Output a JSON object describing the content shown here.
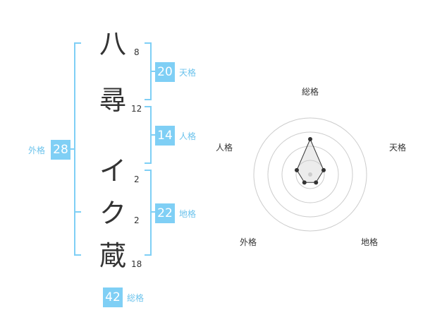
{
  "name_chars": [
    {
      "char": "八",
      "strokes": "8"
    },
    {
      "char": "尋",
      "strokes": "12"
    },
    {
      "char": "イ",
      "strokes": "2"
    },
    {
      "char": "ク",
      "strokes": "2"
    },
    {
      "char": "蔵",
      "strokes": "18"
    }
  ],
  "fortunes": {
    "tenkaku": {
      "value": "20",
      "label": "天格"
    },
    "jinkaku": {
      "value": "14",
      "label": "人格"
    },
    "chikaku": {
      "value": "22",
      "label": "地格"
    },
    "gaikaku": {
      "value": "28",
      "label": "外格"
    },
    "soukaku": {
      "value": "42",
      "label": "総格"
    }
  },
  "radar": {
    "axes": [
      "総格",
      "天格",
      "地格",
      "外格",
      "人格"
    ],
    "levels": 4,
    "values": [
      2.5,
      1,
      0.7,
      0.7,
      1
    ]
  },
  "colors": {
    "accent": "#7fcff5",
    "text": "#333333",
    "ring": "#cccccc"
  }
}
